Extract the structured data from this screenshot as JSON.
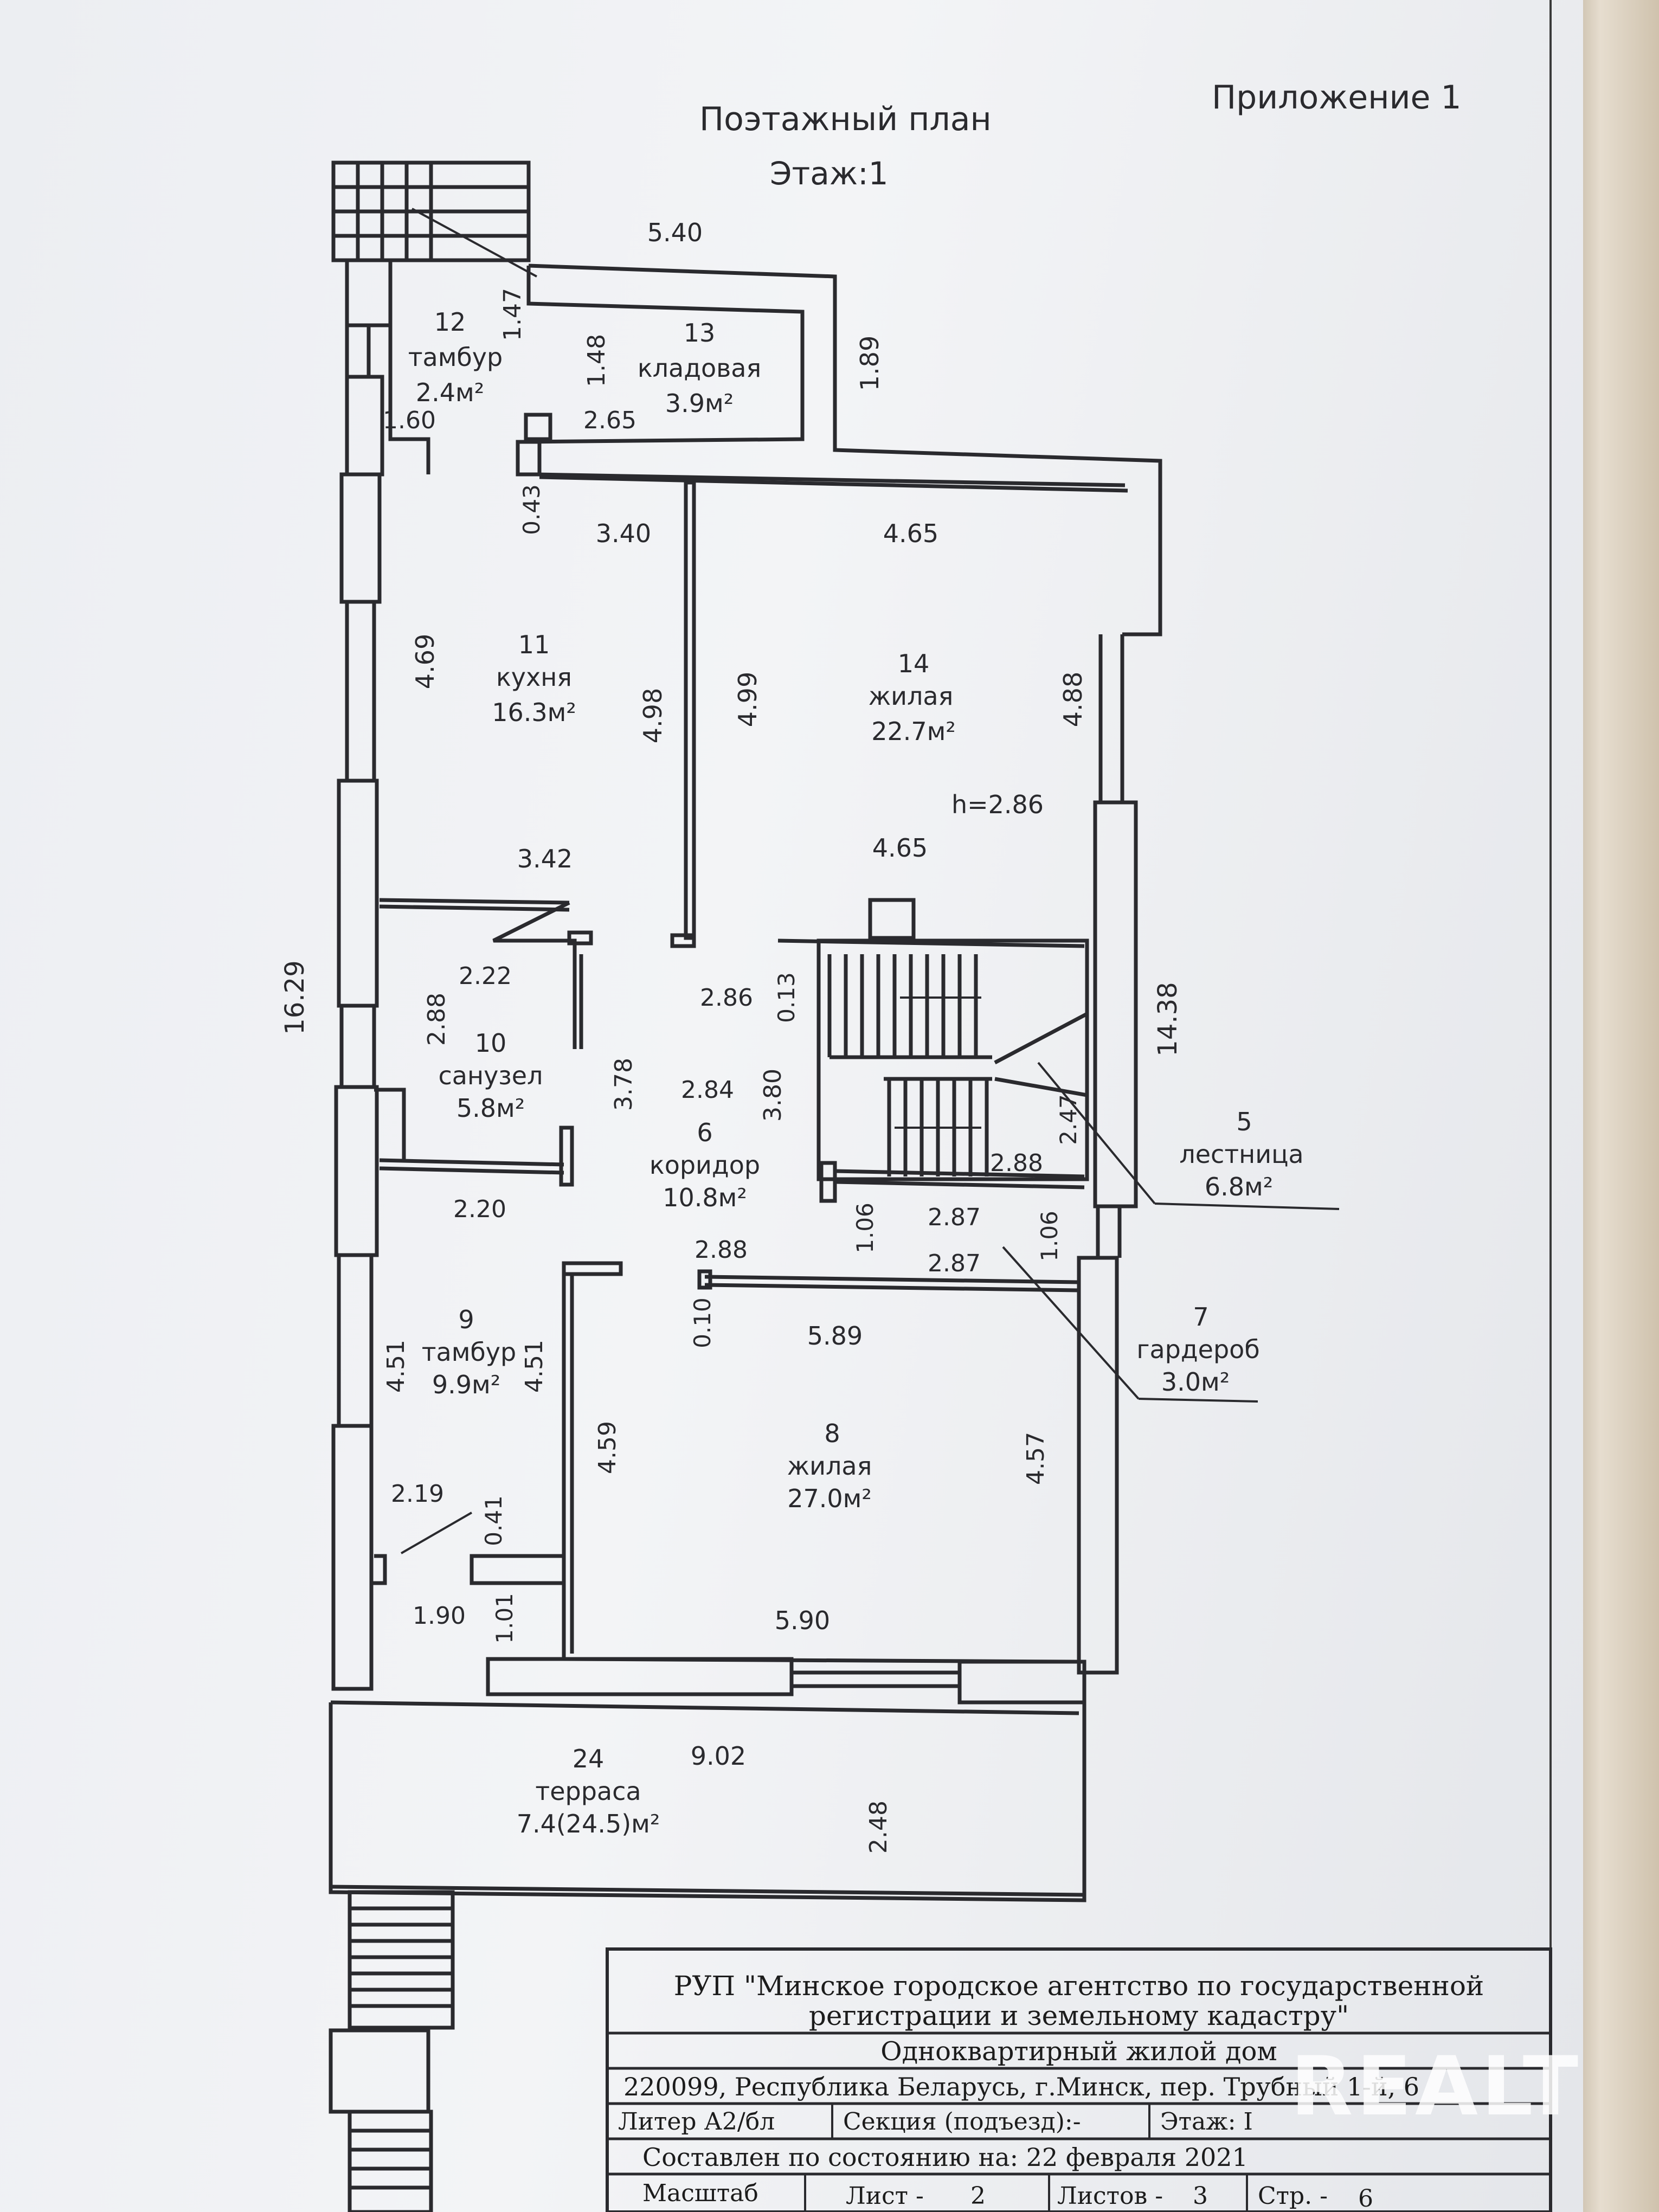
{
  "header": {
    "appendix": "Приложение 1",
    "title": "Поэтажный план",
    "floor": "Этаж:1"
  },
  "rooms": {
    "r12": {
      "num": "12",
      "name": "тамбур",
      "area": "2.4м²"
    },
    "r13": {
      "num": "13",
      "name": "кладовая",
      "area": "3.9м²"
    },
    "r11": {
      "num": "11",
      "name": "кухня",
      "area": "16.3м²"
    },
    "r14": {
      "num": "14",
      "name": "жилая",
      "area": "22.7м²"
    },
    "r10": {
      "num": "10",
      "name": "санузел",
      "area": "5.8м²"
    },
    "r6": {
      "num": "6",
      "name": "коридор",
      "area": "10.8м²"
    },
    "r5": {
      "num": "5",
      "name": "лестница",
      "area": "6.8м²"
    },
    "r7": {
      "num": "7",
      "name": "гардероб",
      "area": "3.0м²"
    },
    "r9": {
      "num": "9",
      "name": "тамбур",
      "area": "9.9м²"
    },
    "r8": {
      "num": "8",
      "name": "жилая",
      "area": "27.0м²"
    },
    "r24": {
      "num": "24",
      "name": "терраса",
      "area": "7.4(24.5)м²"
    }
  },
  "height_note": "h=2.86",
  "dimensions": {
    "d540": "5.40",
    "d147": "1.47",
    "d148": "1.48",
    "d189": "1.89",
    "d160": "1.60",
    "d265": "2.65",
    "d043": "0.43",
    "d340": "3.40",
    "d465a": "4.65",
    "d469": "4.69",
    "d498": "4.98",
    "d499": "4.99",
    "d488": "4.88",
    "d342": "3.42",
    "d465b": "4.65",
    "d1629": "16.29",
    "d222": "2.22",
    "d288a": "2.88",
    "d286": "2.86",
    "d013": "0.13",
    "d1438": "14.38",
    "d378": "3.78",
    "d284": "2.84",
    "d380": "3.80",
    "d247": "2.47",
    "d288b": "2.88",
    "d220": "2.20",
    "d106a": "1.06",
    "d287a": "2.87",
    "d106b": "1.06",
    "d288c": "2.88",
    "d287b": "2.87",
    "d010": "0.10",
    "d589": "5.89",
    "d451a": "4.51",
    "d451b": "4.51",
    "d459": "4.59",
    "d457": "4.57",
    "d219": "2.19",
    "d041": "0.41",
    "d190": "1.90",
    "d101": "1.01",
    "d590": "5.90",
    "d902": "9.02",
    "d248": "2.48"
  },
  "stamp": {
    "org_line1": "РУП \"Минское городское агентство по государственной",
    "org_line2": "регистрации и земельному кадастру\"",
    "object": "Одноквартирный жилой дом",
    "address": "220099,  Республика Беларусь, г.Минск, пер. Трубный 1-й, 6",
    "litera": "Литер А2/бл",
    "section": "Секция (подъезд):-",
    "floor": "Этаж: I",
    "date": "Составлен по состоянию на: 22 февраля 2021",
    "scale_label": "Масштаб",
    "sheet_label": "Лист -",
    "sheet_value": "2",
    "sheets_label": "Листов -",
    "sheets_value": "3",
    "page_label": "Стр. -",
    "page_value": "6"
  },
  "watermark": "REALT",
  "colors": {
    "ink": "#2a2a2e",
    "paper": "#eef0f3",
    "wood": "#d8ccb8"
  }
}
